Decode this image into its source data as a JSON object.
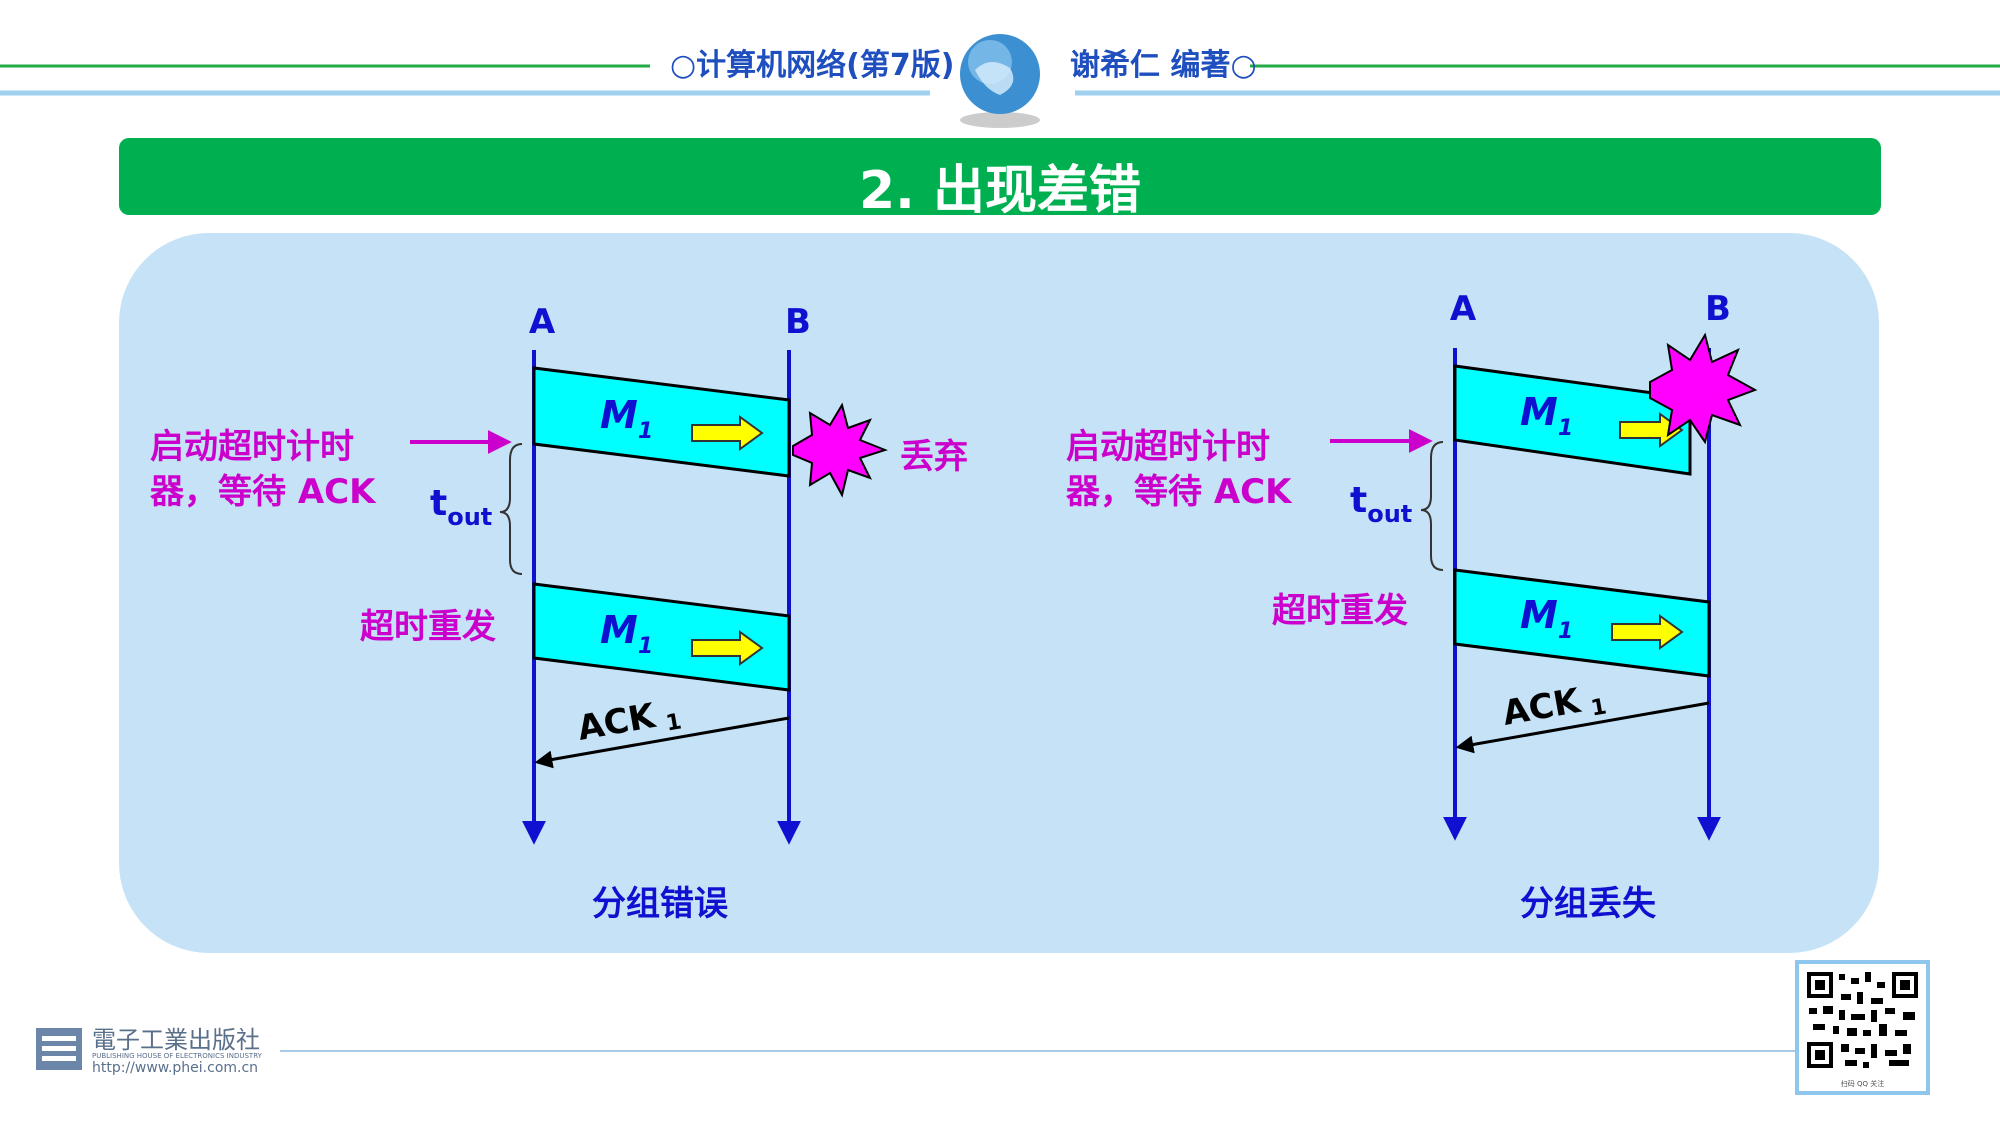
{
  "header": {
    "book_title": "○计算机网络(第7版)",
    "author": "谢希仁 编著○"
  },
  "slide": {
    "title": "2. 出现差错"
  },
  "diagram_left": {
    "host_a": "A",
    "host_b": "B",
    "timer_label_line1": "启动超时计时",
    "timer_label_line2": "器，等待 ACK",
    "tout_t": "t",
    "tout_sub": "out",
    "frame_label": "M",
    "frame_sub": "1",
    "discard_label": "丢弃",
    "retransmit_label": "超时重发",
    "ack_label": "ACK",
    "ack_sub": "1",
    "caption": "分组错误"
  },
  "diagram_right": {
    "host_a": "A",
    "host_b": "B",
    "timer_label_line1": "启动超时计时",
    "timer_label_line2": "器，等待 ACK",
    "tout_t": "t",
    "tout_sub": "out",
    "frame_label": "M",
    "frame_sub": "1",
    "retransmit_label": "超时重发",
    "ack_label": "ACK",
    "ack_sub": "1",
    "caption": "分组丢失"
  },
  "footer": {
    "publisher_name": "電子工業出版社",
    "publisher_en": "PUBLISHING HOUSE OF ELECTRONICS INDUSTRY",
    "publisher_url": "http://www.phei.com.cn",
    "qr_caption": "扫码 QQ 关注"
  },
  "colors": {
    "title_green": "#00b050",
    "panel_blue": "#c5e2f6",
    "host_blue": "#1010d0",
    "label_magenta": "#cc00cc",
    "frame_cyan": "#00ffff",
    "arrow_yellow": "#ffff00",
    "burst_magenta": "#ff00ff"
  }
}
